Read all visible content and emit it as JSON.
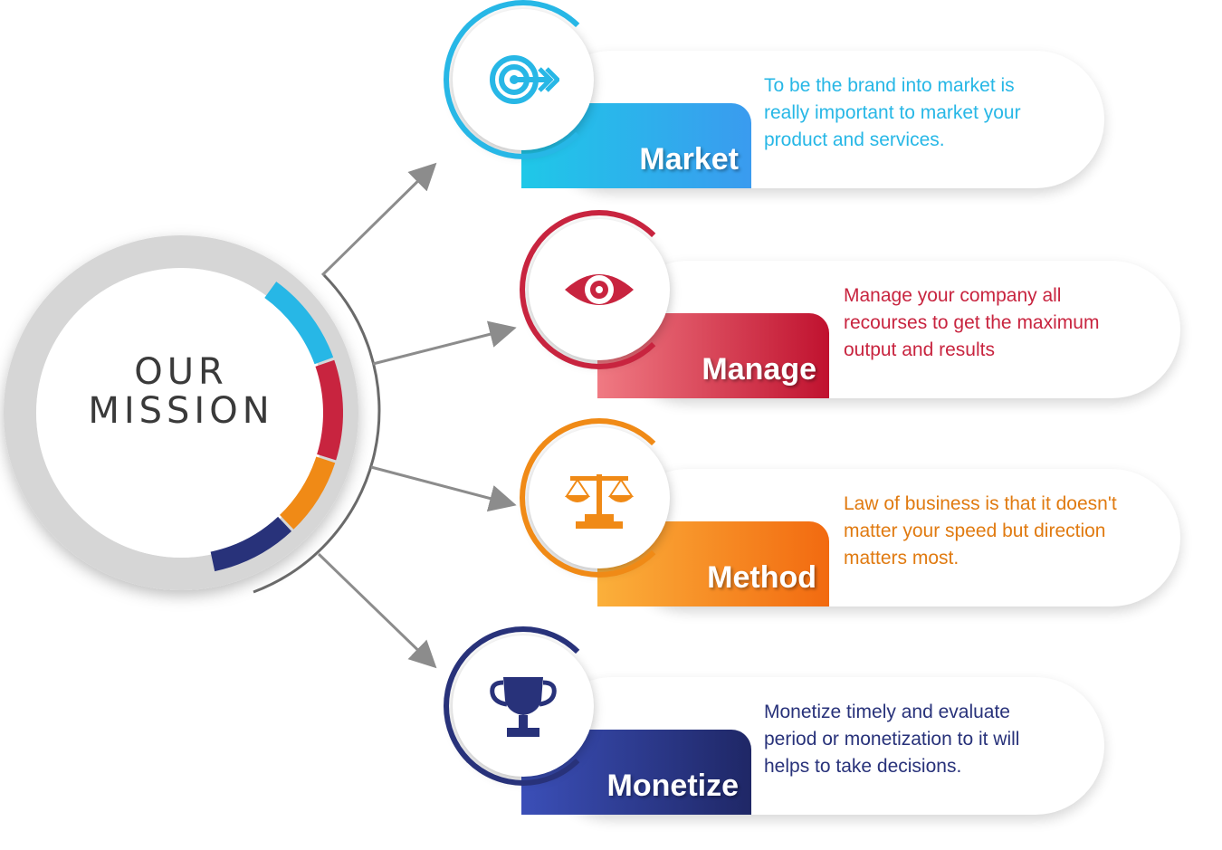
{
  "title": {
    "line1": "OUR",
    "line2": "MISSION"
  },
  "colors": {
    "market": "#27b7e6",
    "manage": "#c8243f",
    "method": "#f08a16",
    "monetize": "#28327a",
    "ring_grey": "#d6d6d6",
    "arrow": "#8c8c8c"
  },
  "items": [
    {
      "label": "Market",
      "icon": "target-arrow-icon",
      "lines": [
        "To be the brand into market is",
        "really important to market your",
        "product and services."
      ]
    },
    {
      "label": "Manage",
      "icon": "eye-icon",
      "lines": [
        "Manage your company all",
        "recourses to get the maximum",
        "output and results"
      ]
    },
    {
      "label": "Method",
      "icon": "balance-scale-icon",
      "lines": [
        "Law of business is that it doesn't",
        "matter your speed but direction",
        "matters most."
      ]
    },
    {
      "label": "Monetize",
      "icon": "trophy-icon",
      "lines": [
        "Monetize timely and evaluate",
        "period or monetization to it will",
        "helps to take decisions."
      ]
    }
  ]
}
